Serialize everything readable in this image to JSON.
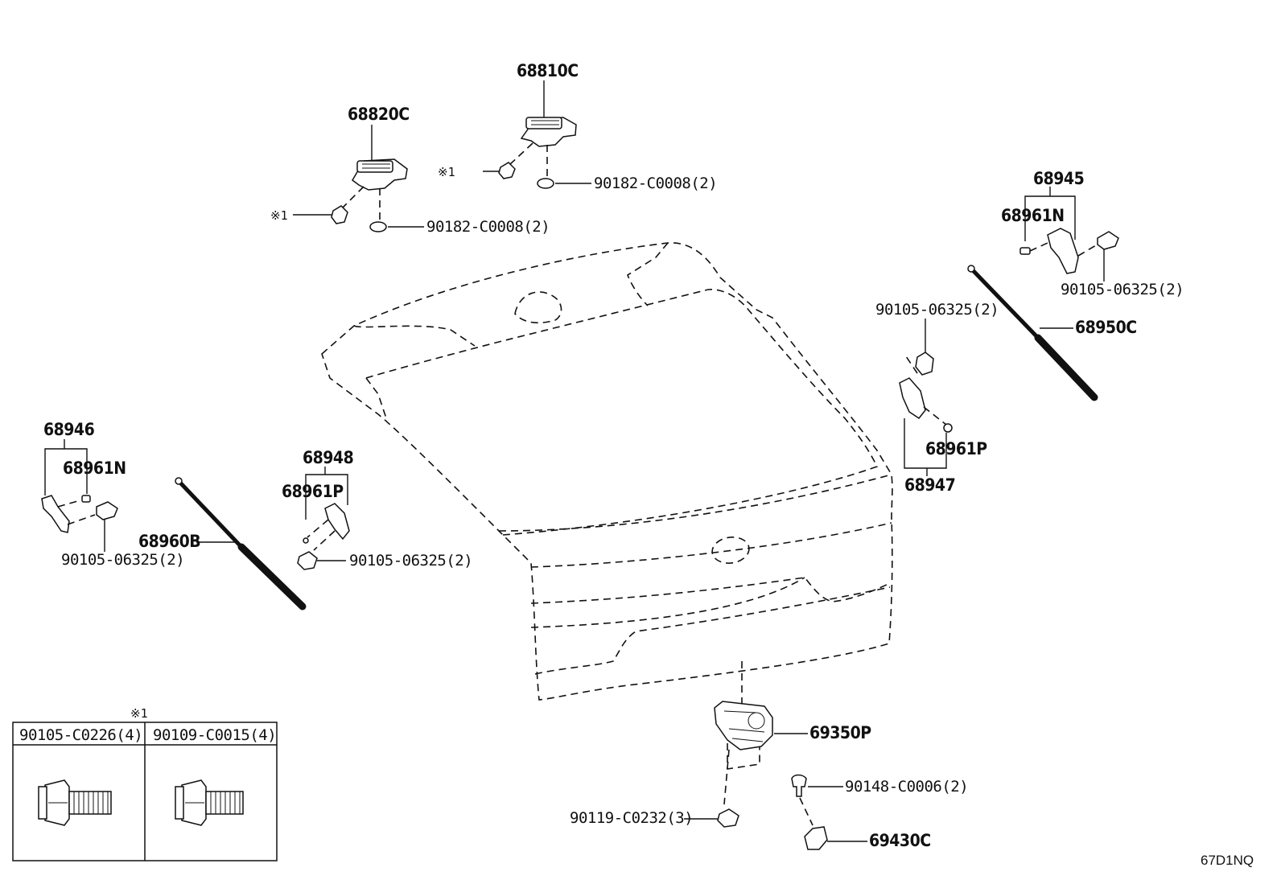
{
  "diagram_code": "67D1NQ",
  "labels": {
    "p68810C": "68810C",
    "p68820C": "68820C",
    "note_a": "※1",
    "note_b": "※1",
    "p90182_a": "90182-C0008(2)",
    "p90182_b": "90182-C0008(2)",
    "p68945": "68945",
    "p68961N_r": "68961N",
    "p90105_r": "90105-06325(2)",
    "p68950C": "68950C",
    "p90105_m": "90105-06325(2)",
    "p68961P_r": "68961P",
    "p68947": "68947",
    "p68946": "68946",
    "p68961N_l": "68961N",
    "p68960B": "68960B",
    "p90105_l": "90105-06325(2)",
    "p68948": "68948",
    "p68961P_l": "68961P",
    "p90105_c": "90105-06325(2)",
    "p69350P": "69350P",
    "p90148": "90148-C0006(2)",
    "p90119": "90119-C0232(3)",
    "p69430C": "69430C"
  },
  "legend_table": {
    "note_mark": "※1",
    "col1": "90105-C0226(4)",
    "col2": "90109-C0015(4)"
  }
}
